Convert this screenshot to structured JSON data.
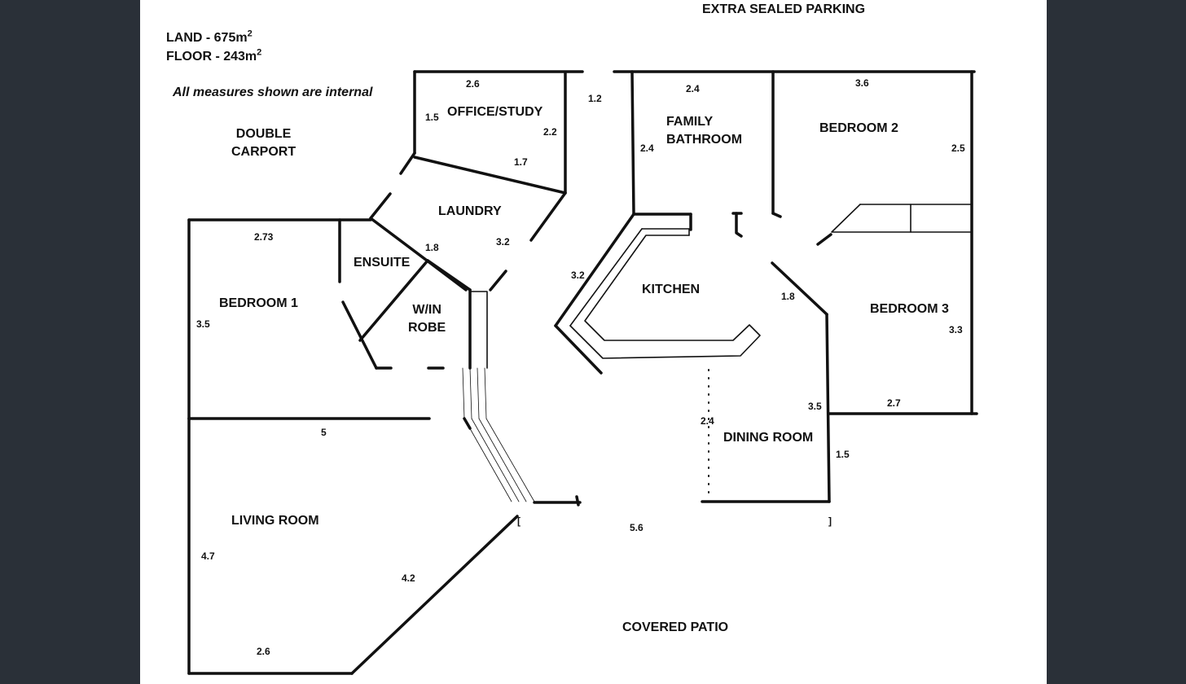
{
  "info": {
    "land_label": "LAND - 675m",
    "land_sup": "2",
    "floor_label": "FLOOR - 243m",
    "floor_sup": "2",
    "note": "All measures shown are internal"
  },
  "areas": {
    "extra_parking": "EXTRA SEALED PARKING",
    "carport_line1": "DOUBLE",
    "carport_line2": "CARPORT",
    "covered_patio": "COVERED PATIO"
  },
  "rooms": {
    "office": "OFFICE/STUDY",
    "family_bath_line1": "FAMILY",
    "family_bath_line2": "BATHROOM",
    "bedroom2": "BEDROOM 2",
    "laundry": "LAUNDRY",
    "ensuite": "ENSUITE",
    "bedroom1": "BEDROOM 1",
    "robe_line1": "W/IN",
    "robe_line2": "ROBE",
    "kitchen": "KITCHEN",
    "bedroom3": "BEDROOM 3",
    "dining": "DINING ROOM",
    "living": "LIVING ROOM"
  },
  "dimensions": {
    "office_top": "2.6",
    "office_left": "1.5",
    "office_right": "2.2",
    "office_gap": "1.2",
    "laundry_top": "1.7",
    "laundry_diag": "1.8",
    "laundry_right": "3.2",
    "bath_top": "2.4",
    "bath_left": "2.4",
    "bed2_top": "3.6",
    "bed2_right": "2.5",
    "bed1_top": "2.73",
    "bed1_left": "3.5",
    "kitchen_left": "3.2",
    "bed3_diag": "1.8",
    "bed3_right": "3.3",
    "bed3_left": "3.5",
    "bed3_bottom": "2.7",
    "dining_left": "2.4",
    "dining_right": "1.5",
    "living_top": "5",
    "living_left": "4.7",
    "living_diag": "4.2",
    "living_bottom": "2.6",
    "patio_width": "5.6",
    "bracket_left": "[",
    "bracket_right": "]"
  }
}
